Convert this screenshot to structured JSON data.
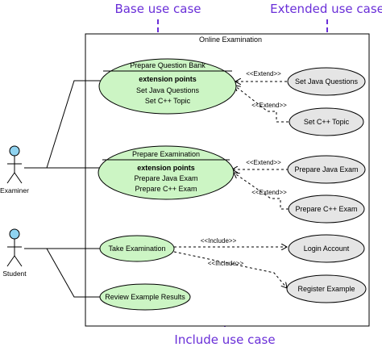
{
  "callouts": {
    "base": "Base use case",
    "extended": "Extended use case",
    "include": "Include use case"
  },
  "system": {
    "title": "Online Examination"
  },
  "actors": {
    "examiner": "Examiner",
    "student": "Student"
  },
  "use_cases": {
    "prepare_question_bank": {
      "title": "Prepare Question Bank",
      "section": "extension points",
      "points": [
        "Set Java Questions",
        "Set C++ Topic"
      ]
    },
    "prepare_examination": {
      "title": "Prepare Examination",
      "section": "extension points",
      "points": [
        "Prepare Java Exam",
        "Prepare C++ Exam"
      ]
    },
    "take_examination": "Take Examination",
    "review_example_results": "Review Example Results",
    "set_java_questions": "Set Java Questions",
    "set_cpp_topic": "Set C++ Topic",
    "prepare_java_exam": "Prepare Java Exam",
    "prepare_cpp_exam": "Prepare C++ Exam",
    "login_account": "Login Account",
    "register_example": "Register Example"
  },
  "relations": {
    "extend_1": "<<Extend>>",
    "extend_2": "<<Extend>>",
    "extend_3": "<<Extend>>",
    "extend_4": "<<Extend>>",
    "include_1": "<<Include>>",
    "include_2": "<<Include>>"
  },
  "colors": {
    "base_fill": "#ccf5c4",
    "extended_fill": "#e5e5e5",
    "actor_head": "#8fd3f0",
    "callout": "#6a2fd8"
  }
}
